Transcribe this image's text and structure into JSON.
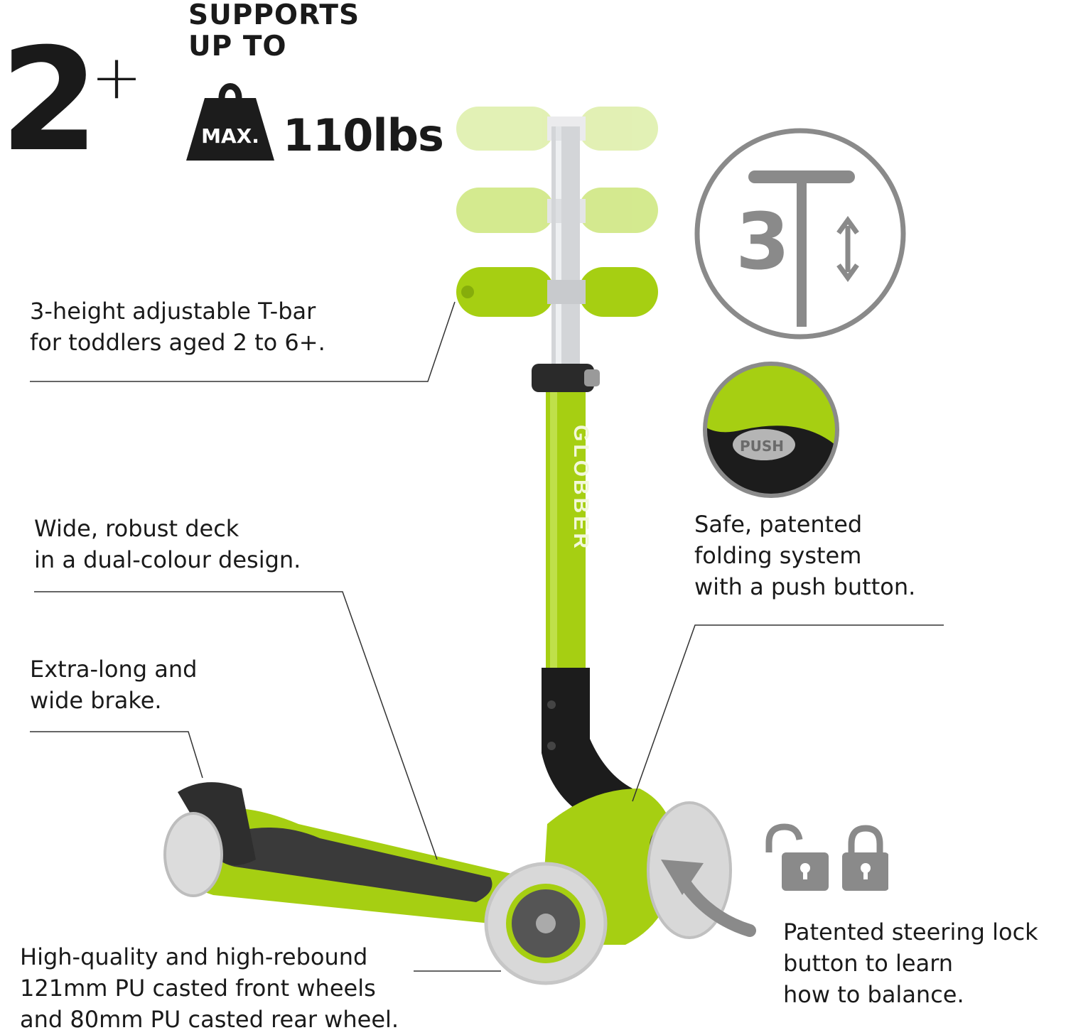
{
  "age": {
    "number": "2",
    "plus": "+"
  },
  "weight": {
    "supports_line1": "SUPPORTS",
    "supports_line2": "UP TO",
    "max_label": "MAX.",
    "value": "110lbs"
  },
  "height_icon_number": "3",
  "push_button_label": "PUSH",
  "brand_on_stem": "GLOBBER",
  "callouts": {
    "tbar": [
      "3-height adjustable T-bar",
      "for toddlers aged 2 to 6+."
    ],
    "deck": [
      "Wide, robust deck",
      "in a dual-colour design."
    ],
    "brake": [
      "Extra-long and",
      "wide brake."
    ],
    "wheels": [
      "High-quality and high-rebound",
      "121mm PU casted front wheels",
      "and 80mm PU casted rear wheel."
    ],
    "folding": [
      "Safe, patented",
      "folding system",
      "with a push button."
    ],
    "steering": [
      "Patented steering lock",
      "button to learn",
      "how to balance."
    ]
  },
  "colors": {
    "lime": "#a6cf12",
    "lime_dark": "#86ad0b",
    "grip_faded": "#dbee9a",
    "icon_grey": "#8a8a8a",
    "text": "#1a1a1a",
    "black": "#1c1c1c"
  }
}
